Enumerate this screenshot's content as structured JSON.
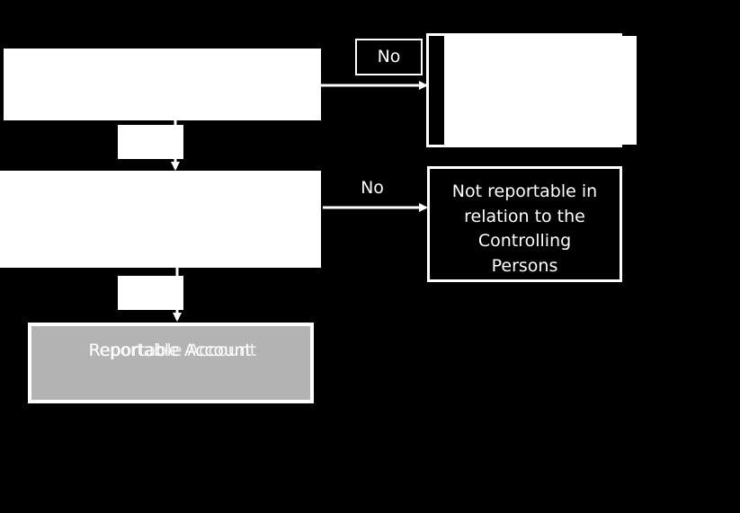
{
  "decision_1": {
    "no_label": "No"
  },
  "decision_2": {
    "no_label": "No"
  },
  "not_reportable_box": {
    "line1": "Not reportable in",
    "line2": "relation to the",
    "line3": "Controlling",
    "line4": "Persons"
  },
  "reportable_box": {
    "label": "Reportable Account",
    "overlay_label": "Reportable Account"
  },
  "colors": {
    "background": "#000000",
    "box_fill": "#ffffff",
    "final_box_fill": "#b3b3b3",
    "stroke": "#ffffff"
  }
}
